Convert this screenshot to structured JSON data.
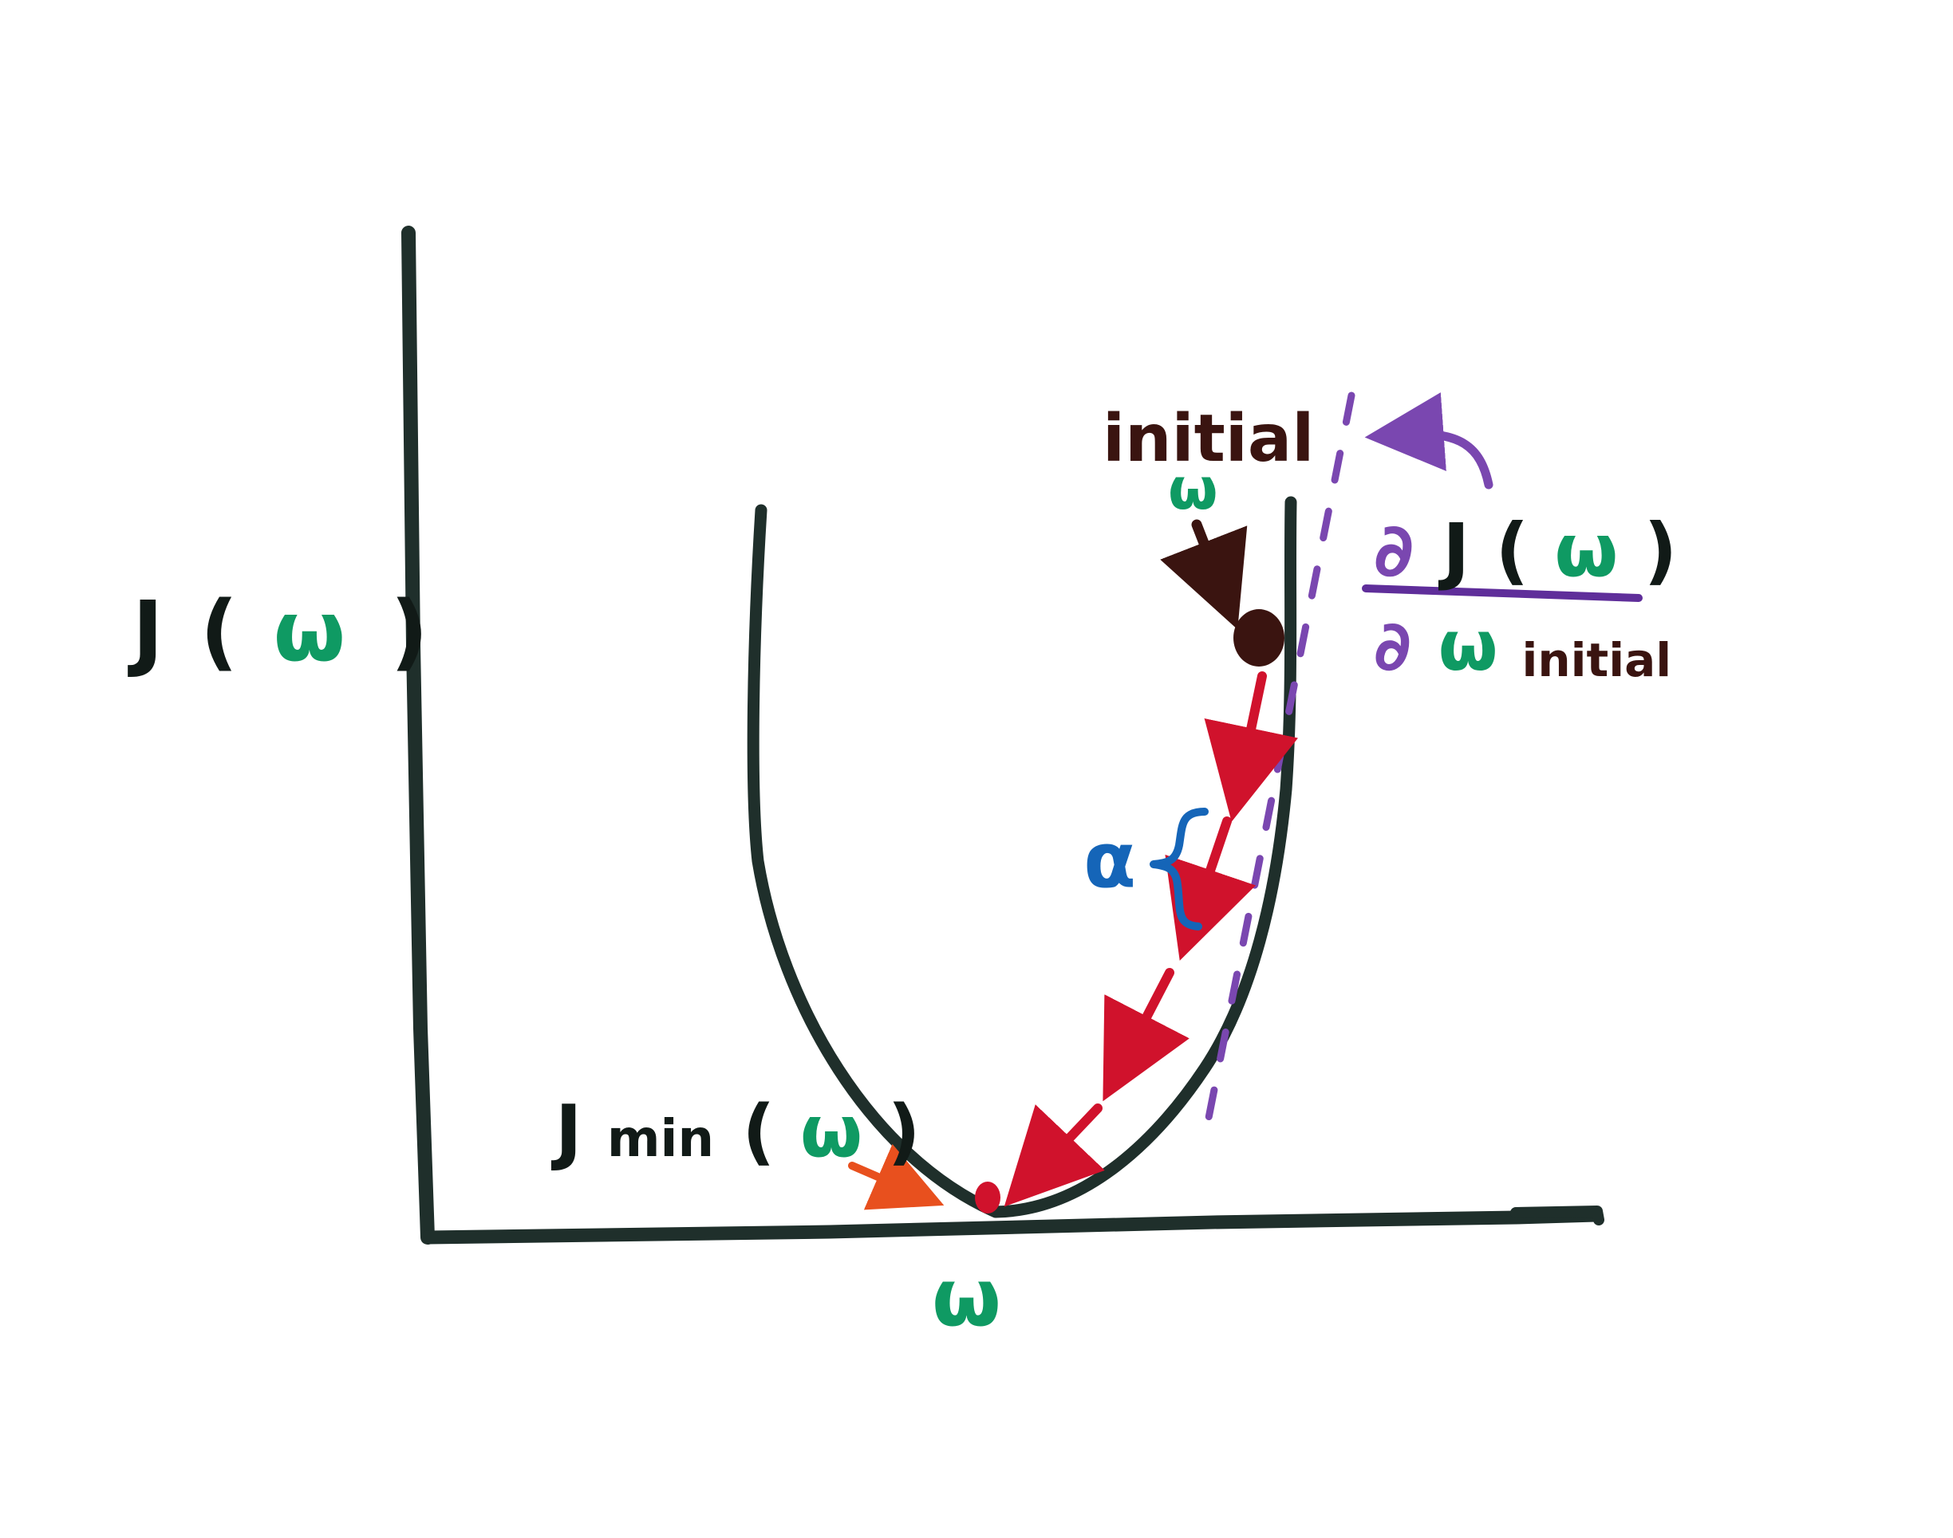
{
  "labels": {
    "y_axis": {
      "j": "J",
      "open": "(",
      "w": "ω",
      "close": ")"
    },
    "x_axis": {
      "w": "ω"
    },
    "initial": {
      "word": "initial",
      "w": "ω"
    },
    "jmin": {
      "j": "J",
      "sub": "min",
      "open": "(",
      "w": "ω",
      "close": ")"
    },
    "alpha": "α",
    "derivative": {
      "num_partial": "∂",
      "num_j": "J",
      "num_open": "(",
      "num_w": "ω",
      "num_close": ")",
      "den_partial": "∂",
      "den_w": "ω",
      "den_sub": "initial"
    }
  },
  "colors": {
    "axis": "#1f2f2b",
    "curve": "#1f2f2b",
    "black_text": "#111a17",
    "green": "#0f9a63",
    "brown": "#3a1410",
    "red": "#d0122c",
    "orange": "#e8501e",
    "blue": "#1565b8",
    "purple": "#7a47b0",
    "purple_dark": "#5f2e9a"
  },
  "icons": {
    "descent_step_arrows": "arrow-down-left-icon",
    "initial_pointer": "arrow-down-icon",
    "minimum_pointer": "arrow-right-icon",
    "tangent_pointer": "curved-arrow-left-icon",
    "step_size_brace": "curly-brace-icon"
  }
}
